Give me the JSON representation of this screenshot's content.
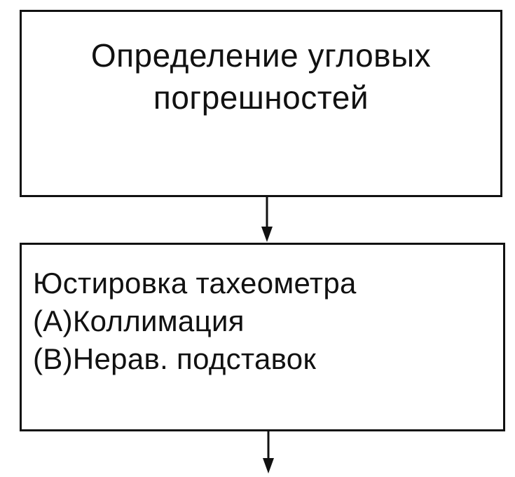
{
  "diagram": {
    "nodes": [
      {
        "id": "angular-errors",
        "lines": [
          "Определение угловых",
          "погрешностей"
        ]
      },
      {
        "id": "tacheometer-adjustment",
        "lines": [
          "Юстировка тахеометра",
          "(A)Коллимация",
          "(B)Нерав. подставок"
        ]
      }
    ],
    "edges": [
      {
        "from": "angular-errors",
        "to": "tacheometer-adjustment"
      },
      {
        "from": "tacheometer-adjustment",
        "to": ""
      }
    ],
    "colors": {
      "line": "#111111",
      "background": "#ffffff"
    }
  }
}
